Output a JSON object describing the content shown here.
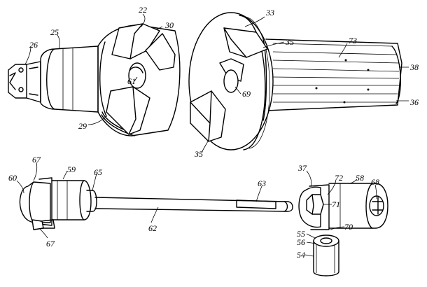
{
  "labels": {
    "l22": "22",
    "l30": "30",
    "l25": "25",
    "l26": "26",
    "l61": "61",
    "l29": "29",
    "l33": "33",
    "l35a": "35",
    "l73": "73",
    "l38": "38",
    "l69": "69",
    "l36": "36",
    "l35b": "35",
    "l67a": "67",
    "l60": "60",
    "l59": "59",
    "l65": "65",
    "l63": "63",
    "l62": "62",
    "l67b": "67",
    "l37": "37",
    "l72": "72",
    "l58": "58",
    "l68": "68",
    "l71": "71",
    "l70": "70",
    "l55": "55",
    "l56": "56",
    "l54": "54"
  }
}
